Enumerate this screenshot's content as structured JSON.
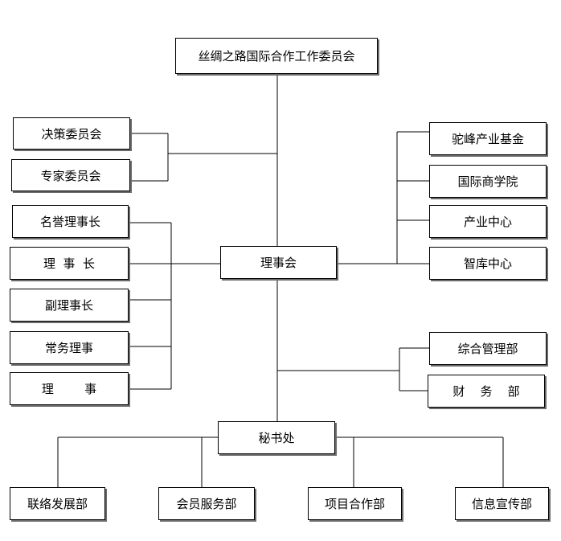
{
  "top": "丝绸之路国际合作工作委员会",
  "council": "理事会",
  "secretariat": "秘书处",
  "left_upper": [
    "决策委员会",
    "专家委员会"
  ],
  "left_lower": [
    "名誉理事长",
    "理  事  长",
    "副理事长",
    "常务理事",
    "理        事"
  ],
  "right_upper": [
    "驼峰产业基金",
    "国际商学院",
    "产业中心",
    "智库中心"
  ],
  "right_lower": [
    "综合管理部",
    "财    务    部"
  ],
  "bottom": [
    "联络发展部",
    "会员服务部",
    "项目合作部",
    "信息宣传部"
  ],
  "colors": {
    "line": "#000000",
    "box_border": "#000000",
    "box_shadow": "#6b6b6b",
    "text": "#000000"
  }
}
